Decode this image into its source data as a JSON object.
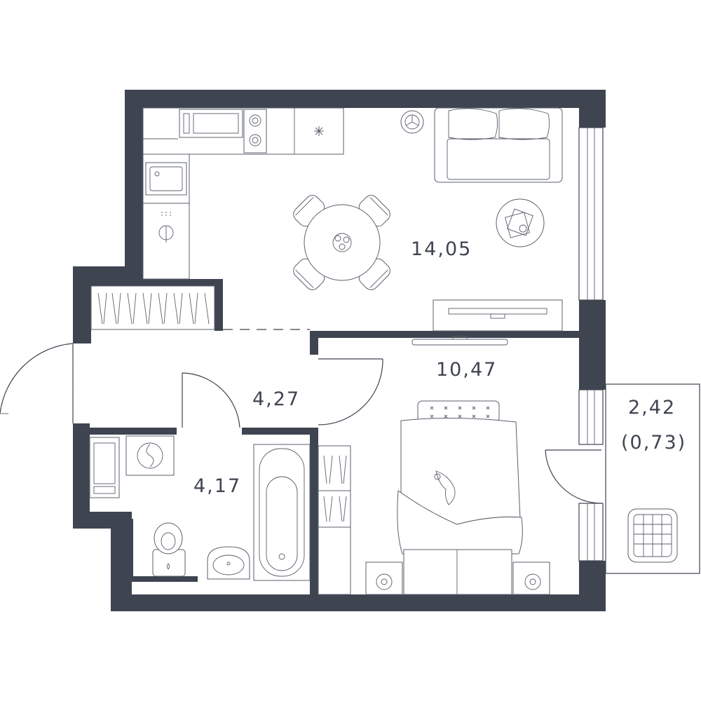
{
  "rooms": {
    "kitchen_living": {
      "area": "14,05"
    },
    "bedroom": {
      "area": "10,47"
    },
    "hallway": {
      "area": "4,27"
    },
    "bathroom": {
      "area": "4,17"
    },
    "balcony": {
      "area": "2,42",
      "reduced_area": "(0,73)"
    }
  },
  "colors": {
    "wall": "#3f4451",
    "line": "#5a5f6b",
    "background": "#ffffff"
  }
}
